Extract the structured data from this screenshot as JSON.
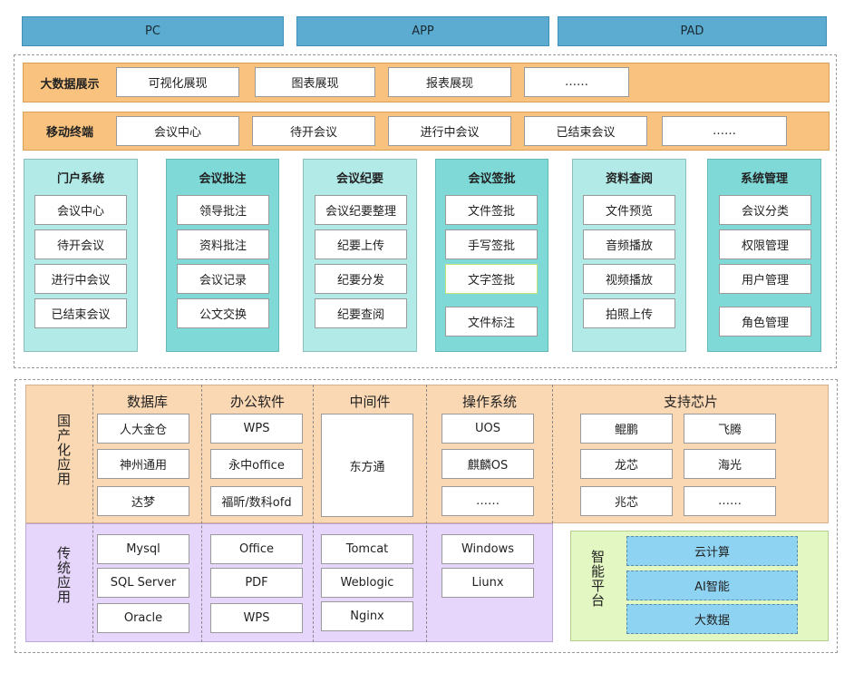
{
  "devices": [
    "PC",
    "APP",
    "PAD"
  ],
  "bigdata": {
    "title": "大数据展示",
    "items": [
      "可视化展现",
      "图表展现",
      "报表展现",
      "……"
    ]
  },
  "mobile": {
    "title": "移动终端",
    "items": [
      "会议中心",
      "待开会议",
      "进行中会议",
      "已结束会议",
      "……"
    ]
  },
  "modules": [
    {
      "title": "门户系统",
      "items": [
        "会议中心",
        "待开会议",
        "进行中会议",
        "已结束会议"
      ]
    },
    {
      "title": "会议批注",
      "items": [
        "领导批注",
        "资料批注",
        "会议记录",
        "公文交换"
      ]
    },
    {
      "title": "会议纪要",
      "items": [
        "会议纪要整理",
        "纪要上传",
        "纪要分发",
        "纪要查阅"
      ]
    },
    {
      "title": "会议签批",
      "items": [
        "文件签批",
        "手写签批",
        "文字签批",
        "文件标注"
      ]
    },
    {
      "title": "资料查阅",
      "items": [
        "文件预览",
        "音频播放",
        "视频播放",
        "拍照上传"
      ]
    },
    {
      "title": "系统管理",
      "items": [
        "会议分类",
        "权限管理",
        "用户管理",
        "角色管理"
      ]
    }
  ],
  "domestic": {
    "label": "国产化应用",
    "database": {
      "title": "数据库",
      "items": [
        "人大金仓",
        "神州通用",
        "达梦"
      ]
    },
    "office": {
      "title": "办公软件",
      "items": [
        "WPS",
        "永中office",
        "福昕/数科ofd"
      ]
    },
    "middleware": {
      "title": "中间件",
      "items": [
        "东方通"
      ]
    },
    "os": {
      "title": "操作系统",
      "items": [
        "UOS",
        "麒麟OS",
        "……"
      ]
    },
    "chips": {
      "title": "支持芯片",
      "items": [
        "鲲鹏",
        "飞腾",
        "龙芯",
        "海光",
        "兆芯",
        "……"
      ]
    }
  },
  "traditional": {
    "label": "传统应用",
    "database": [
      "Mysql",
      "SQL Server",
      "Oracle"
    ],
    "office": [
      "Office",
      "PDF",
      "WPS"
    ],
    "middleware": [
      "Tomcat",
      "Weblogic",
      "Nginx"
    ],
    "os": [
      "Windows",
      "Liunx"
    ]
  },
  "smart": {
    "label": "智能平台",
    "items": [
      "云计算",
      "AI智能",
      "大数据"
    ]
  },
  "colors": {
    "device": "#5bacd0",
    "band": "#f9c37f",
    "module_light": "#b2eae8",
    "module_dark": "#7ed9d7",
    "domestic": "#fbd8b4",
    "traditional": "#e7d6fb",
    "smart": "#e3f7c3",
    "smart_item": "#8fd3f3"
  }
}
